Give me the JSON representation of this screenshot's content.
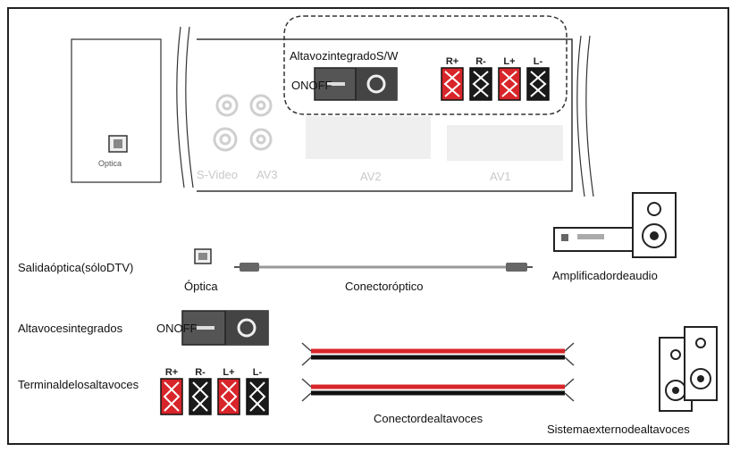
{
  "tv_panel": {
    "optical_port_label": "Optica",
    "svideo_label": "S-Video",
    "av3_label": "AV3",
    "av2_label": "AV2",
    "av1_label": "AV1",
    "builtin_switch_title": "AltavozintegradoS/W",
    "on_off_label": "ONOFF",
    "terminals": [
      "R+",
      "R-",
      "L+",
      "L-"
    ]
  },
  "legend": {
    "optical_output_label": "Salidaóptica(sóloDTV)",
    "optical_port_label": "Óptica",
    "optical_connector_label": "Conectoróptico",
    "amplifier_label": "Amplificadordeaudio",
    "builtin_speakers_label": "Altavocesintegrados",
    "on_off_label": "ONOFF",
    "terminal_label": "Terminaldelosaltavoces",
    "terminals": [
      "R+",
      "R-",
      "L+",
      "L-"
    ],
    "speaker_connector_label": "Conectordealtavoces",
    "external_speakers_label": "Sistemaexternodealtavoces"
  },
  "colors": {
    "terminal_red": "#d8252a",
    "terminal_black": "#1a1a1a",
    "cable_red": "#d8252a",
    "cable_black": "#111111",
    "faint_gray": "#c9c9c9"
  }
}
